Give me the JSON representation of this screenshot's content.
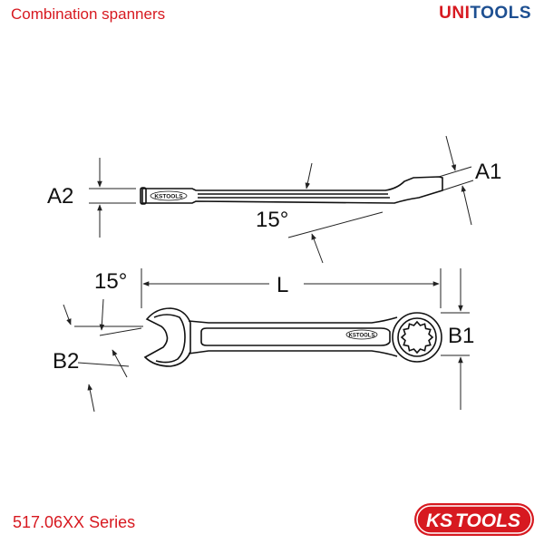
{
  "header": {
    "title": "Combination spanners",
    "brand_part1": "UNI",
    "brand_part2": "TOOLS"
  },
  "footer": {
    "series": "517.06XX Series"
  },
  "logo": {
    "text_ks": "KS",
    "text_tools": "TOOLS"
  },
  "diagram": {
    "labels": {
      "a1": "A1",
      "a2": "A2",
      "angle_top": "15°",
      "angle_side": "15°",
      "length": "L",
      "b1": "B1",
      "b2": "B2"
    },
    "engraving": "KSTOOLS"
  },
  "colors": {
    "accent_red": "#d71920",
    "brand_blue": "#1d4f91"
  }
}
